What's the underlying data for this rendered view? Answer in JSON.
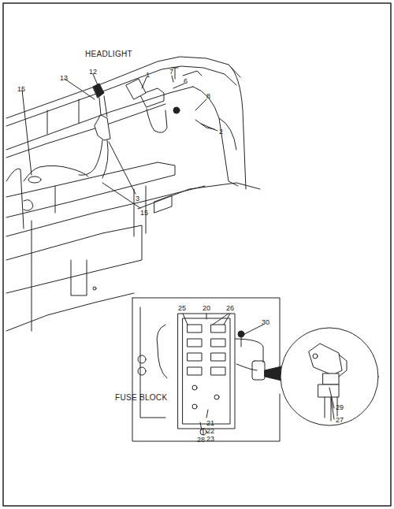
{
  "diagram": {
    "labels": [
      "HEADLIGHT",
      "15",
      "13",
      "12",
      "1",
      "7",
      "6",
      "8",
      "2",
      "3",
      "15",
      "25",
      "20",
      "26",
      "30",
      "29",
      "27",
      "FUSE BLOCK",
      "28",
      "21",
      "22",
      "23"
    ]
  }
}
